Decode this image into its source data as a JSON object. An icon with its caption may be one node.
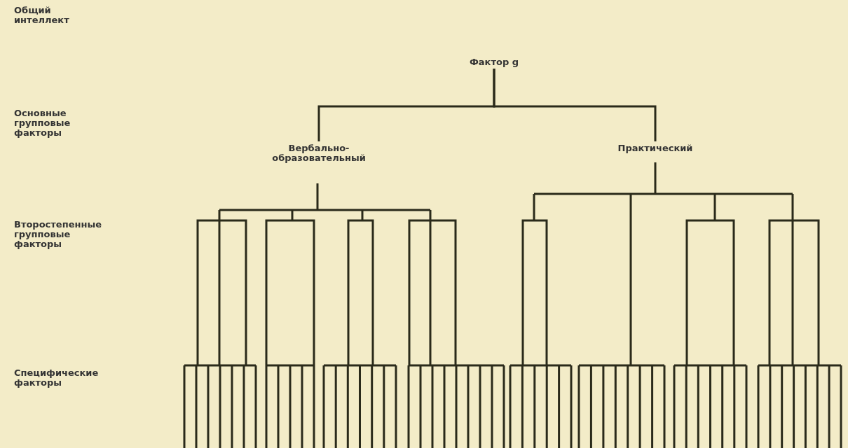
{
  "diagram": {
    "nodes": [
      {
        "text": [
          "Фактор g"
        ]
      },
      {
        "text": [
          "Вербально-образовательный"
        ]
      },
      {
        "text": [
          "Практический"
        ]
      }
    ],
    "edges": [
      {
        "from": 0,
        "to": 1,
        "arrow": "none"
      },
      {
        "from": 0,
        "to": 2,
        "arrow": "none"
      }
    ],
    "labels": [
      "Общий интеллект",
      "Основные групповые факторы",
      "Второстепенные групповые факторы",
      "Специфические факторы"
    ]
  }
}
